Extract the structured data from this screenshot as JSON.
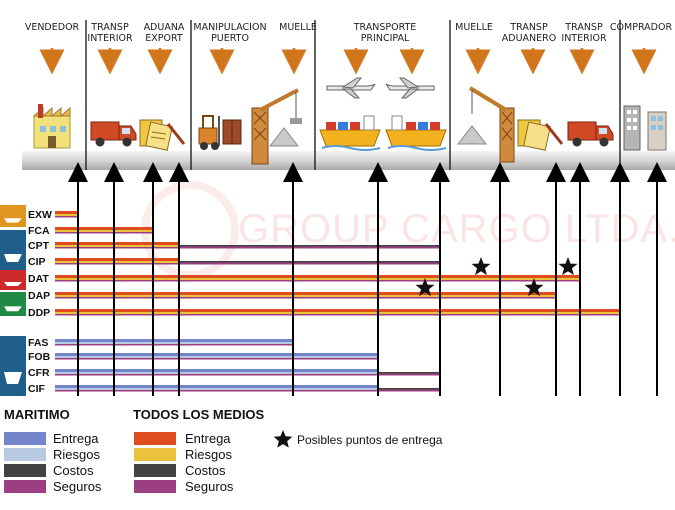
{
  "watermark": "GROUP CARGO LTDA.",
  "stages": [
    {
      "id": "vendedor",
      "lines": [
        "VENDEDOR"
      ]
    },
    {
      "id": "transp-interior",
      "lines": [
        "TRANSP",
        "INTERIOR"
      ]
    },
    {
      "id": "aduana-export",
      "lines": [
        "ADUANA",
        "EXPORT"
      ]
    },
    {
      "id": "manipulacion-puerto",
      "lines": [
        "MANIPULACION",
        "PUERTO"
      ]
    },
    {
      "id": "muelle-origen",
      "lines": [
        "MUELLE"
      ]
    },
    {
      "id": "transporte-principal",
      "lines": [
        "TRANSPORTE",
        "PRINCIPAL"
      ]
    },
    {
      "id": "muelle-destino",
      "lines": [
        "MUELLE"
      ]
    },
    {
      "id": "transp-aduanero",
      "lines": [
        "TRANSP",
        "ADUANERO"
      ]
    },
    {
      "id": "transp-interior-destino",
      "lines": [
        "TRANSP",
        "INTERIOR"
      ]
    },
    {
      "id": "comprador",
      "lines": [
        "COMPRADOR"
      ]
    }
  ],
  "terms_all": [
    "EXW",
    "FCA",
    "CPT",
    "CIP",
    "DAT",
    "DAP",
    "DDP"
  ],
  "terms_maritime": [
    "FAS",
    "FOB",
    "CFR",
    "CIF"
  ],
  "legend": {
    "maritime_title": "MARITIMO",
    "all_title": "TODOS LOS MEDIOS",
    "items": [
      "Entrega",
      "Riesgos",
      "Costos",
      "Seguros"
    ],
    "maritime_colors": [
      "#7585cc",
      "#b8c9e4",
      "#424242",
      "#9c3f82"
    ],
    "all_colors": [
      "#df4d1f",
      "#ebc23b",
      "#424242",
      "#9c3f82"
    ],
    "star_label": "Posibles puntos de entrega"
  }
}
